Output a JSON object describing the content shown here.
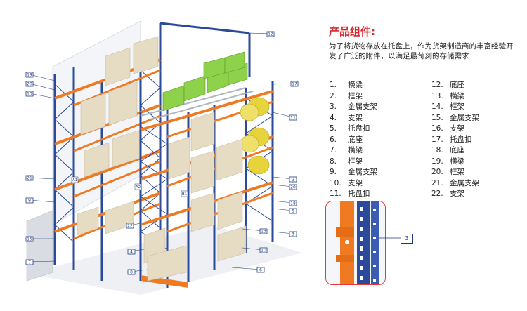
{
  "title": "产品组件:",
  "intro": "为了将货物存放在托盘上，作为货架制造商的丰富经验开发了广泛的附件，以满足最苛刻的存储需求",
  "components_left": [
    {
      "num": "1.",
      "label": "横梁"
    },
    {
      "num": "2.",
      "label": "框架"
    },
    {
      "num": "3.",
      "label": "金属支架"
    },
    {
      "num": "4.",
      "label": "支架"
    },
    {
      "num": "5.",
      "label": "托盘扣"
    },
    {
      "num": "6.",
      "label": "底座"
    },
    {
      "num": "7.",
      "label": "横梁"
    },
    {
      "num": "8.",
      "label": "框架"
    },
    {
      "num": "9.",
      "label": "金属支架"
    },
    {
      "num": "10.",
      "label": "支架"
    },
    {
      "num": "11.",
      "label": "托盘扣"
    }
  ],
  "components_right": [
    {
      "num": "12.",
      "label": "底座"
    },
    {
      "num": "13.",
      "label": "横梁"
    },
    {
      "num": "14.",
      "label": "框架"
    },
    {
      "num": "15.",
      "label": "金属支架"
    },
    {
      "num": "16.",
      "label": "支架"
    },
    {
      "num": "17.",
      "label": "托盘扣"
    },
    {
      "num": "18.",
      "label": "底座"
    },
    {
      "num": "19.",
      "label": "横梁"
    },
    {
      "num": "20.",
      "label": "框架"
    },
    {
      "num": "21.",
      "label": "金属支架"
    },
    {
      "num": "22.",
      "label": "支架"
    }
  ],
  "callouts": [
    "19",
    "20",
    "13",
    "21",
    "9",
    "15",
    "7",
    "4",
    "8",
    "6",
    "12",
    "17",
    "11",
    "2",
    "20",
    "18",
    "5",
    "13",
    "10",
    "3",
    "22"
  ],
  "aisle_labels": [
    "A1",
    "A2",
    "B1"
  ],
  "detail_callout": "3",
  "colors": {
    "upright": "#2b4a9a",
    "beam": "#f07a22",
    "cardboard": "#e6dcc4",
    "green_cage": "#8ed14a",
    "yellow_drum": "#e7d43c",
    "title_red": "#d7282f",
    "detail_border": "#e53935"
  }
}
